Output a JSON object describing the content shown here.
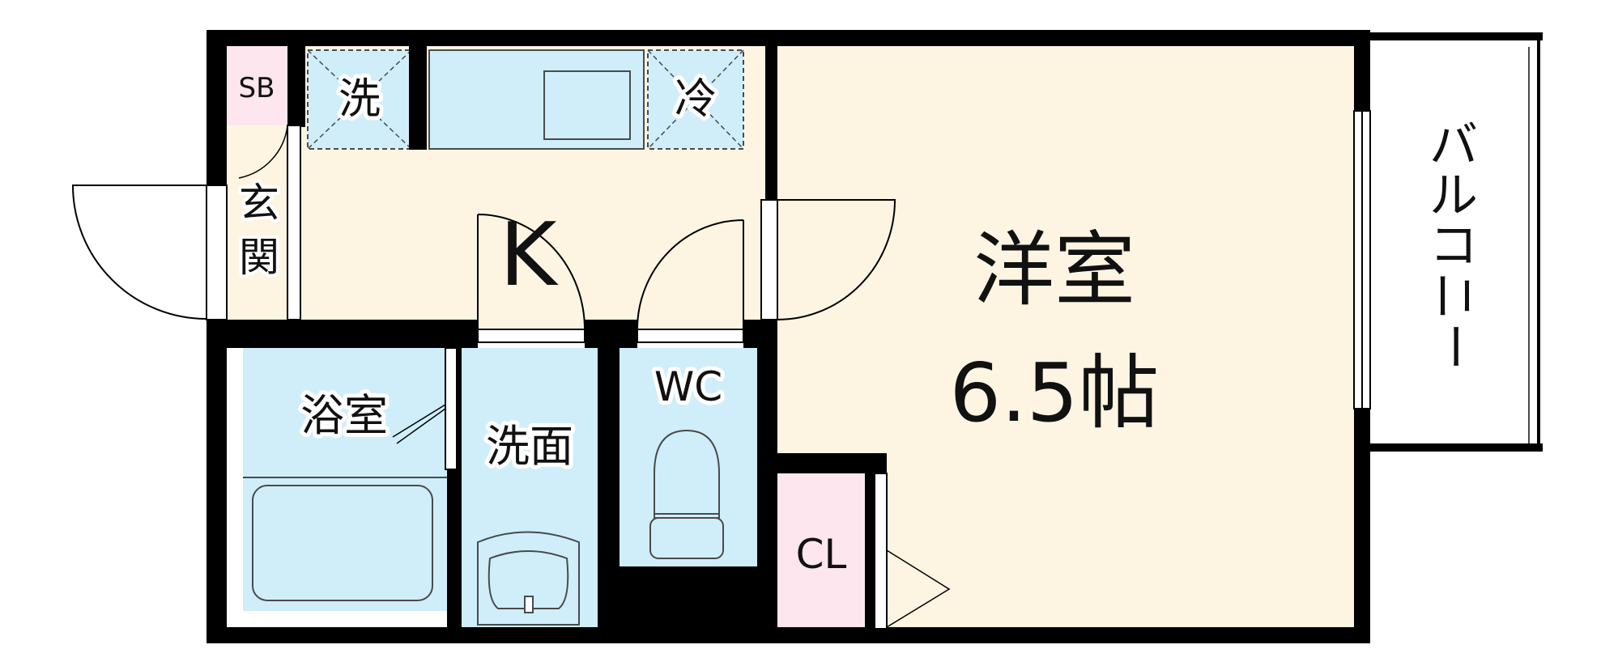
{
  "rooms": {
    "kitchen": "K",
    "western_room_name": "洋室",
    "western_room_size": "6.5帖",
    "entrance_1": "玄",
    "entrance_2": "関",
    "shoe_box": "SB",
    "washer_space": "洗",
    "fridge_space": "冷",
    "bathroom": "浴室",
    "washroom": "洗面",
    "toilet": "WC",
    "closet": "CL",
    "balcony": [
      "バ",
      "ル",
      "コ",
      "ニ",
      "ー"
    ]
  },
  "colors": {
    "wall": "#000000",
    "floor": "#fdf5e2",
    "wet_area": "#cfeefa",
    "storage": "#fde6ee",
    "fixture_line": "#4a4a4a"
  }
}
